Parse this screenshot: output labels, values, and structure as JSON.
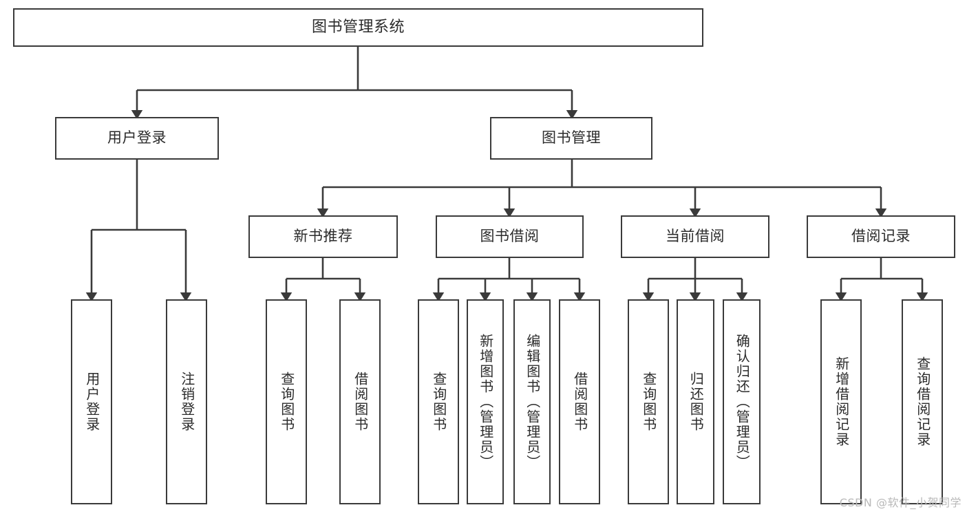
{
  "diagram": {
    "title": "图书管理系统",
    "type": "tree",
    "watermark": "CSDN @软件_小贺同学",
    "colors": {
      "box_border": "#3a3a3a",
      "box_fill": "#ffffff",
      "edge": "#3a3a3a",
      "text": "#2b2b2b",
      "watermark": "#b9b9b9",
      "background": "#ffffff"
    },
    "root": {
      "label": "图书管理系统"
    },
    "level2": [
      {
        "label": "用户登录"
      },
      {
        "label": "图书管理"
      }
    ],
    "level3": [
      {
        "label": "新书推荐"
      },
      {
        "label": "图书借阅"
      },
      {
        "label": "当前借阅"
      },
      {
        "label": "借阅记录"
      }
    ],
    "leaves": {
      "user_login": [
        {
          "label": "用户登录"
        },
        {
          "label": "注销登录"
        }
      ],
      "new_book_recommend": [
        {
          "label": "查询图书"
        },
        {
          "label": "借阅图书"
        }
      ],
      "book_borrow": [
        {
          "label": "查询图书"
        },
        {
          "label": "新增图书（管理员）"
        },
        {
          "label": "编辑图书（管理员）"
        },
        {
          "label": "借阅图书"
        }
      ],
      "current_borrow": [
        {
          "label": "查询图书"
        },
        {
          "label": "归还图书"
        },
        {
          "label": "确认归还（管理员）"
        }
      ],
      "borrow_record": [
        {
          "label": "新增借阅记录"
        },
        {
          "label": "查询借阅记录"
        }
      ]
    }
  }
}
